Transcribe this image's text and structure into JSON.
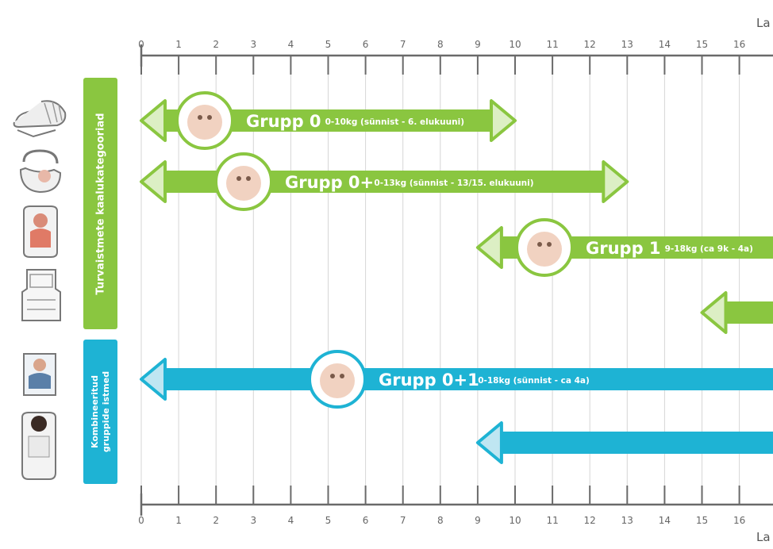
{
  "axis": {
    "unit_label": "La",
    "ticks": [
      "0",
      "1",
      "2",
      "3",
      "4",
      "5",
      "6",
      "7",
      "8",
      "9",
      "10",
      "11",
      "12",
      "13",
      "14",
      "15",
      "16"
    ]
  },
  "side_labels": {
    "weight_categories": "Turvaistmete kaalukategooriad",
    "combined_line1": "Kombineeritud",
    "combined_line2": "gruppide istmed"
  },
  "colors": {
    "green": "#8ac640",
    "green_light": "#dcefc4",
    "blue": "#1eb3d4",
    "blue_light": "#bfe6f2",
    "grid": "#d6d6d6",
    "axis": "#6a6a6a"
  },
  "icons": [
    "carrycot-icon",
    "infant-carrier-icon",
    "harness-seat-icon",
    "booster-seat-icon",
    "combo-seat-child-icon",
    "combo-seat-dark-icon"
  ],
  "bars": [
    {
      "id": "grupp-0",
      "name": "Grupp 0",
      "detail": "0-10kg (sünnist - 6. elukuuni)",
      "start": 0,
      "end": 10,
      "color": "green",
      "photo": "baby-lying-photo"
    },
    {
      "id": "grupp-0p",
      "name": "Grupp 0+",
      "detail": "0-13kg (sünnist - 13/15. elukuuni)",
      "start": 0,
      "end": 13,
      "color": "green",
      "photo": "baby-sitting-photo"
    },
    {
      "id": "grupp-1",
      "name": "Grupp 1",
      "detail": "9-18kg  (ca 9k - 4a)",
      "start": 9,
      "end": 17,
      "color": "green",
      "photo": "toddler-photo"
    },
    {
      "id": "grupp-2",
      "name": "",
      "detail": "",
      "start": 15,
      "end": 17,
      "color": "green",
      "photo": ""
    },
    {
      "id": "grupp-01",
      "name": "Grupp 0+1",
      "detail": "0-18kg (sünnist - ca 4a)",
      "start": 0,
      "end": 17,
      "color": "blue",
      "photo": "two-children-photo"
    },
    {
      "id": "combo-2",
      "name": "",
      "detail": "",
      "start": 9,
      "end": 17,
      "color": "blue",
      "photo": ""
    }
  ]
}
